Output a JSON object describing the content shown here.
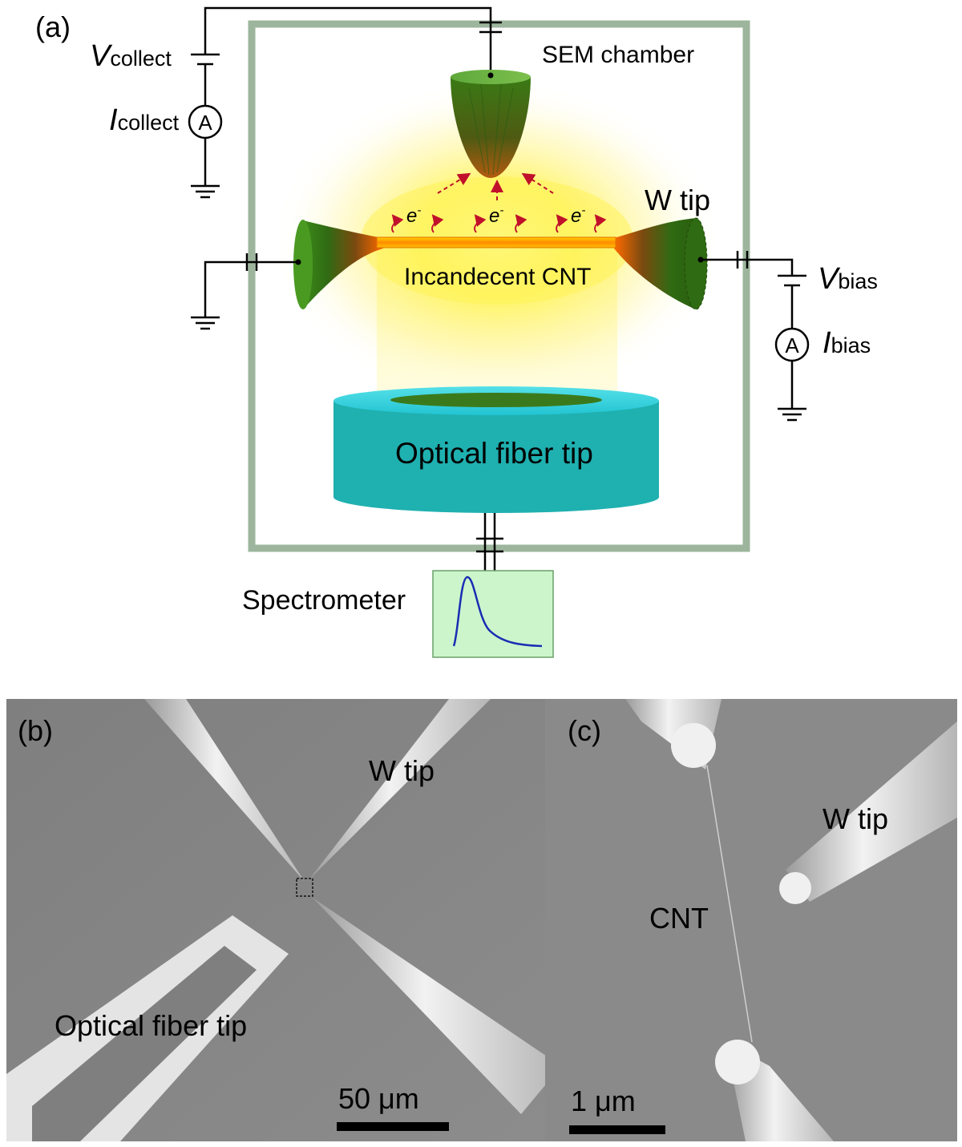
{
  "panel_a": {
    "letter": "(a)",
    "v_collect": {
      "sym": "V",
      "sub": "collect"
    },
    "i_collect": {
      "sym": "I",
      "sub": "collect"
    },
    "v_bias": {
      "sym": "V",
      "sub": "bias"
    },
    "i_bias": {
      "sym": "I",
      "sub": "bias"
    },
    "ammeter_symbol": "A",
    "sem_chamber": "SEM chamber",
    "w_tip": "W tip",
    "electron": {
      "sym": "e",
      "sup": "-"
    },
    "cnt_label": "Incandecent CNT",
    "fiber_label": "Optical fiber tip",
    "spectrometer": "Spectrometer"
  },
  "panel_b": {
    "letter": "(b)",
    "w_tip": "W tip",
    "fiber_label": "Optical fiber tip",
    "scale_bar": "50 μm"
  },
  "panel_c": {
    "letter": "(c)",
    "w_tip": "W tip",
    "cnt_label": "CNT",
    "scale_bar": "1 μm"
  },
  "colors": {
    "chamber": "#9cb59c",
    "tip_green": "#2f6b12",
    "fiber_cyan": "#1fb0b0",
    "glow": "#ffee33",
    "cnt_orange": "#ff7a00",
    "spectrometer_bg": "#ccf5cc",
    "spectrum_line": "#1a2db3",
    "sem_background": "#8a8a8a",
    "electron_arrow": "#c0102a"
  }
}
